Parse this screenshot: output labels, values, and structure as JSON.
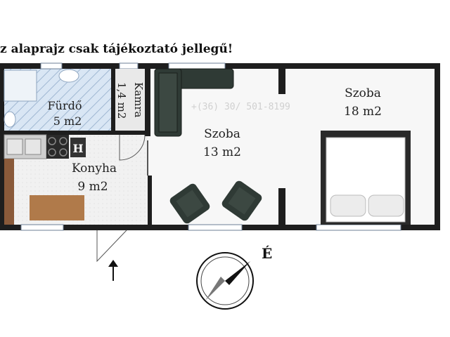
{
  "disclaimer": "z alaprajz csak tájékoztató jellegű!",
  "watermark": "+(36) 30/ 501-8199",
  "rooms": {
    "bathroom": {
      "name": "Fürdő",
      "area": "5 m2"
    },
    "pantry": {
      "name": "Kamra",
      "area": "1,4 m2"
    },
    "kitchen": {
      "name": "Konyha",
      "area": "9 m2"
    },
    "room_small": {
      "name": "Szoba",
      "area": "13 m2"
    },
    "room_large": {
      "name": "Szoba",
      "area": "18 m2"
    }
  },
  "compass": {
    "north_label": "É"
  },
  "logo_letter": "H",
  "colors": {
    "wall": "#1e1e1e",
    "floor": "#f6f6f6",
    "bath_tile": "#cfe0f0",
    "window": "#bcd0e6",
    "sofa": "#2f3a35",
    "table": "#b07a4a"
  }
}
